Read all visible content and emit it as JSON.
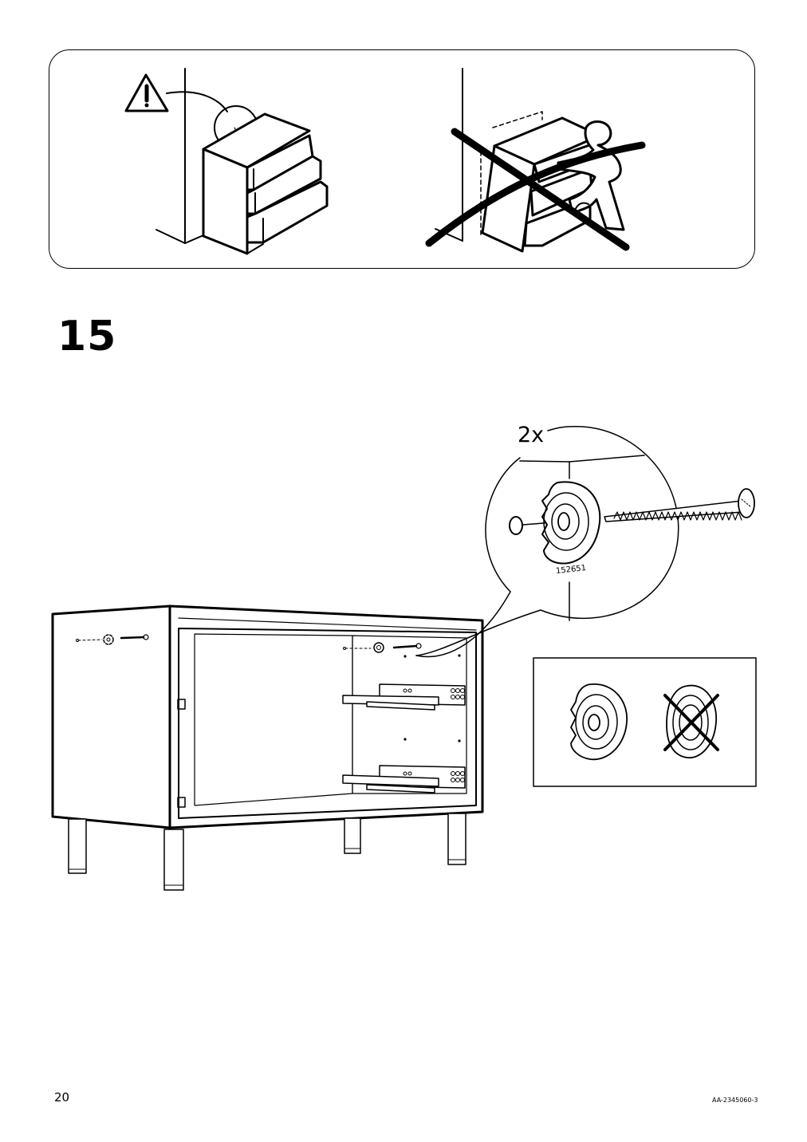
{
  "step": {
    "number": "15"
  },
  "callout": {
    "quantity": "2x",
    "part_number": "152651"
  },
  "footer": {
    "page_number": "20",
    "document_code": "AA-2345060-3"
  },
  "icons": {
    "warning": "warning-triangle-icon",
    "prohibited": "x-mark-icon"
  }
}
